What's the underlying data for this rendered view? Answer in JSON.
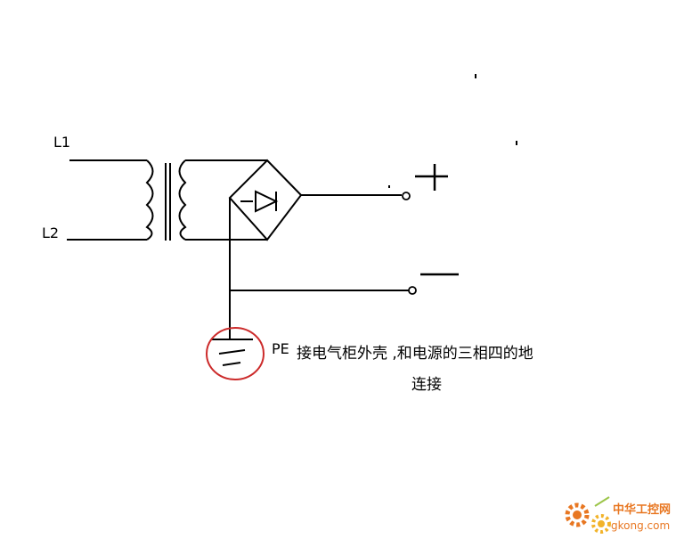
{
  "labels": {
    "l1": "L1",
    "l2": "L2",
    "plus": "+",
    "minus": "—",
    "pe": "PE",
    "note_line1": "接电气柜外壳 ,和电源的三相四的地",
    "note_line2": "连接"
  },
  "watermark": {
    "cn": "中华工控网",
    "url": "gkong.com",
    "color_primary": "#e87722",
    "color_secondary": "#f2b32a"
  },
  "colors": {
    "line": "#000000",
    "highlight_circle": "#cc2b2b"
  }
}
